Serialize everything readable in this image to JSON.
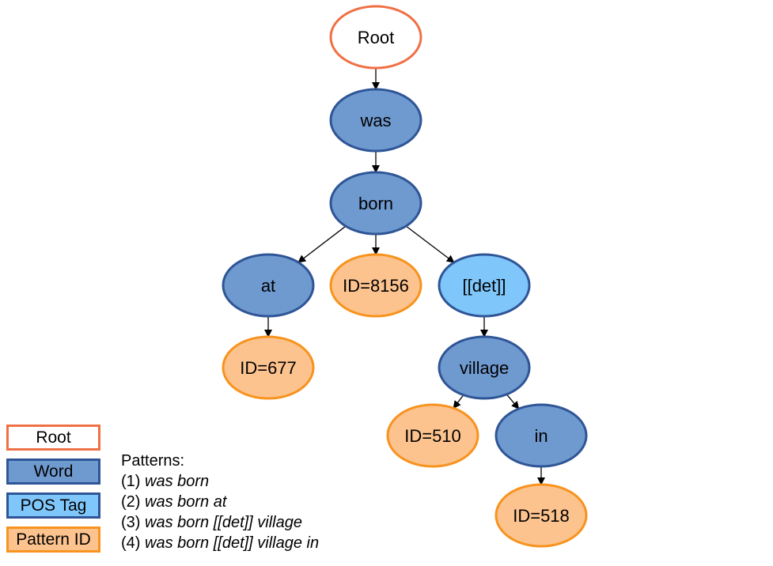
{
  "tree": {
    "nodes": [
      {
        "id": "root",
        "label": "Root",
        "kind": "root"
      },
      {
        "id": "was",
        "label": "was",
        "kind": "word"
      },
      {
        "id": "born",
        "label": "born",
        "kind": "word"
      },
      {
        "id": "at",
        "label": "at",
        "kind": "word"
      },
      {
        "id": "id8156",
        "label": "ID=8156",
        "kind": "pattern"
      },
      {
        "id": "det",
        "label": "[[det]]",
        "kind": "pos"
      },
      {
        "id": "id677",
        "label": "ID=677",
        "kind": "pattern"
      },
      {
        "id": "village",
        "label": "village",
        "kind": "word"
      },
      {
        "id": "id510",
        "label": "ID=510",
        "kind": "pattern"
      },
      {
        "id": "in",
        "label": "in",
        "kind": "word"
      },
      {
        "id": "id518",
        "label": "ID=518",
        "kind": "pattern"
      }
    ],
    "edges": [
      [
        "root",
        "was"
      ],
      [
        "was",
        "born"
      ],
      [
        "born",
        "at"
      ],
      [
        "born",
        "id8156"
      ],
      [
        "born",
        "det"
      ],
      [
        "at",
        "id677"
      ],
      [
        "det",
        "village"
      ],
      [
        "village",
        "id510"
      ],
      [
        "village",
        "in"
      ],
      [
        "in",
        "id518"
      ]
    ]
  },
  "colors": {
    "root_fill": "#ffffff",
    "root_stroke": "#f07045",
    "word_fill": "#6f9ad0",
    "word_stroke": "#2f5596",
    "pos_fill": "#7fc6fb",
    "pos_stroke": "#2f5596",
    "pattern_fill": "#fdc38f",
    "pattern_stroke": "#f7931e"
  },
  "legend": {
    "root": "Root",
    "word": "Word",
    "pos_tag": "POS Tag",
    "pattern_id": "Pattern ID"
  },
  "patterns": {
    "heading": "Patterns:",
    "items": [
      {
        "num": "(1)",
        "text": "was born"
      },
      {
        "num": "(2)",
        "text": "was born at"
      },
      {
        "num": "(3)",
        "text": "was born [[det]] village"
      },
      {
        "num": "(4)",
        "text": "was born [[det]] village in"
      }
    ]
  }
}
